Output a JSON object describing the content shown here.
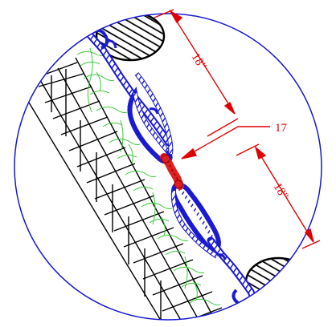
{
  "detail": {
    "dimension_top": "18\"",
    "dimension_bottom": "18\"",
    "callout_number": "17"
  },
  "colors": {
    "boundary_circle": "#1a1ad0",
    "cable": "#1a1ad0",
    "dimension": "#e00000",
    "clip": "#e02020",
    "grid": "#000000",
    "turf": "#3cc83c",
    "hatch": "#000000"
  }
}
